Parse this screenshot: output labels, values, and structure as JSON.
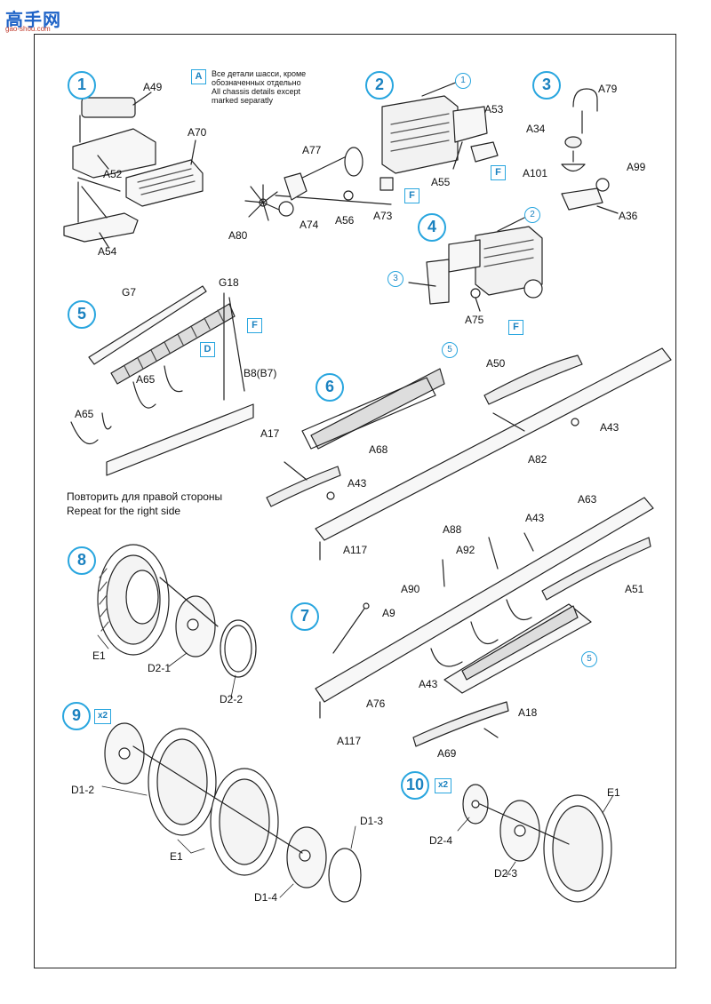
{
  "watermark": {
    "site": "高手网",
    "url": "gao-shou.com"
  },
  "note": {
    "tag": "A",
    "line_ru_1": "Все детали шасси, кроме",
    "line_ru_2": "обозначенных отдельно",
    "line_en_1": "All chassis details except",
    "line_en_2": "marked separatly"
  },
  "repeat_note": {
    "ru": "Повторить для правой стороны",
    "en": "Repeat for the right side"
  },
  "steps": {
    "s1": "1",
    "s2": "2",
    "s3": "3",
    "s4": "4",
    "s5": "5",
    "s6": "6",
    "s7": "7",
    "s8": "8",
    "s9": "9",
    "s10": "10"
  },
  "multipliers": {
    "s9": "x2",
    "s10": "x2"
  },
  "subassembly_refs": {
    "r1": "1",
    "r2": "2",
    "r3": "3",
    "r5a": "5",
    "r5b": "5"
  },
  "color_refs": {
    "F1": "F",
    "F2": "F",
    "F3": "F",
    "F4": "F",
    "D": "D"
  },
  "parts": {
    "A49": "A49",
    "A52": "A52",
    "A70": "A70",
    "A54": "A54",
    "A53": "A53",
    "A77": "A77",
    "A55": "A55",
    "A80": "A80",
    "A74": "A74",
    "A56": "A56",
    "A73": "A73",
    "A79": "A79",
    "A34": "A34",
    "A101": "A101",
    "A99": "A99",
    "A36": "A36",
    "A75": "A75",
    "G7": "G7",
    "G18": "G18",
    "A65a": "A65",
    "A65b": "A65",
    "B8": "B8(B7)",
    "A50": "A50",
    "A43a": "A43",
    "A82": "A82",
    "A17": "A17",
    "A68": "A68",
    "A43b": "A43",
    "A117a": "A117",
    "A63": "A63",
    "A88": "A88",
    "A43c": "A43",
    "A92": "A92",
    "A90": "A90",
    "A51": "A51",
    "A9": "A9",
    "A43d": "A43",
    "A76": "A76",
    "A117b": "A117",
    "A18": "A18",
    "A69": "A69",
    "E1a": "E1",
    "D2-1": "D2-1",
    "D2-2": "D2-2",
    "D1-2": "D1-2",
    "E1b": "E1",
    "D1-3": "D1-3",
    "D1-4": "D1-4",
    "E1c": "E1",
    "D2-4": "D2-4",
    "D2-3": "D2-3"
  },
  "colors": {
    "accent": "#29a6df",
    "line": "#222222"
  }
}
